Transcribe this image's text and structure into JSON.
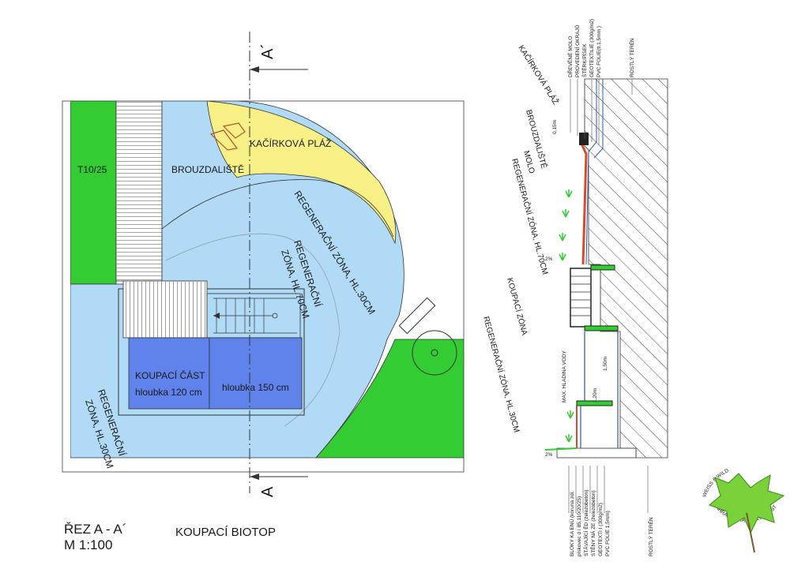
{
  "colors": {
    "grass": "#33cc33",
    "water": "#b0daf5",
    "pebble_beach": "#f7f086",
    "deep_pool": "#5f83ea",
    "brick": "#d94a2a",
    "outline": "#333333",
    "hatch": "#444444",
    "foil": "#3355aa"
  },
  "plan": {
    "labels": {
      "terrace": "T10/25",
      "wading_area": "BROUZDALIŠTĚ",
      "pebble_beach": "KAČÍRKOVÁ PLÁŽ",
      "regen_outer_line1": "REGENERAČNÍ ZÓNA, HL.30CM",
      "regen_inner_line1": "REGENERAČNÍ",
      "regen_inner_line2": "ZÓNA, HL.70CM",
      "regen_bottom_line1": "REGENERAČNÍ",
      "regen_bottom_line2": "ZÓNA, HL.30CM",
      "swim_part": "KOUPACÍ ČÁST",
      "depth_120": "hloubka 120 cm",
      "depth_150": "hloubka 150 cm"
    },
    "section_marker_top": "A´",
    "section_marker_bottom": "A"
  },
  "section": {
    "vertical_labels": [
      "KAČÍRKOVÁ PLÁŽ",
      "BROUZDALIŠTĚ",
      "MOLO",
      "REGENERAČNÍ ZÓNA, HL.70CM",
      "KOUPACÍ ZÓNA",
      "REGENERAČNÍ ZÓNA, HL.30CM"
    ],
    "top_legend": [
      "DŘEVĚNÉ MOLO",
      "PROVEDENÍ OKRAJŮ",
      "ŠTĚRK/PÍSEK",
      "GEOTEXTILIE (300g/m2)",
      "PVC FOLIE(tl.1,5mm )"
    ],
    "terrain_top": "ROSTLÝ TERÉN",
    "terrain_bottom": "ROSTLÝ TERÉN",
    "bottom_legend": [
      "BLOKY KA  ENÚ (koruna zdi,",
      "pískovec d  í 85,110/20/25)",
      "STÁVAJÍCÍ  ĚD (železobeton)",
      "STĚNY NÁ  ZE (železobeton)",
      "GEOTEXTI  I (300g/m2)",
      "PVC FOLIE 1,5mm)"
    ],
    "dims": {
      "d1": "0,15m",
      "d2": "1,50m",
      "d3": "1,20m",
      "slope_top": "2%",
      "slope_bottom": "2%",
      "water_level": "MAX. HLADINA VODY"
    }
  },
  "title_block": {
    "section_title": "ŘEZ  A - A´",
    "scale": "M 1:100",
    "project_title": "KOUPACÍ BIOTOP"
  },
  "logo": {
    "text_top": "WEISS & WILD",
    "text_bottom": "ZAHRADNICKÁ SPOLEČNOST"
  }
}
